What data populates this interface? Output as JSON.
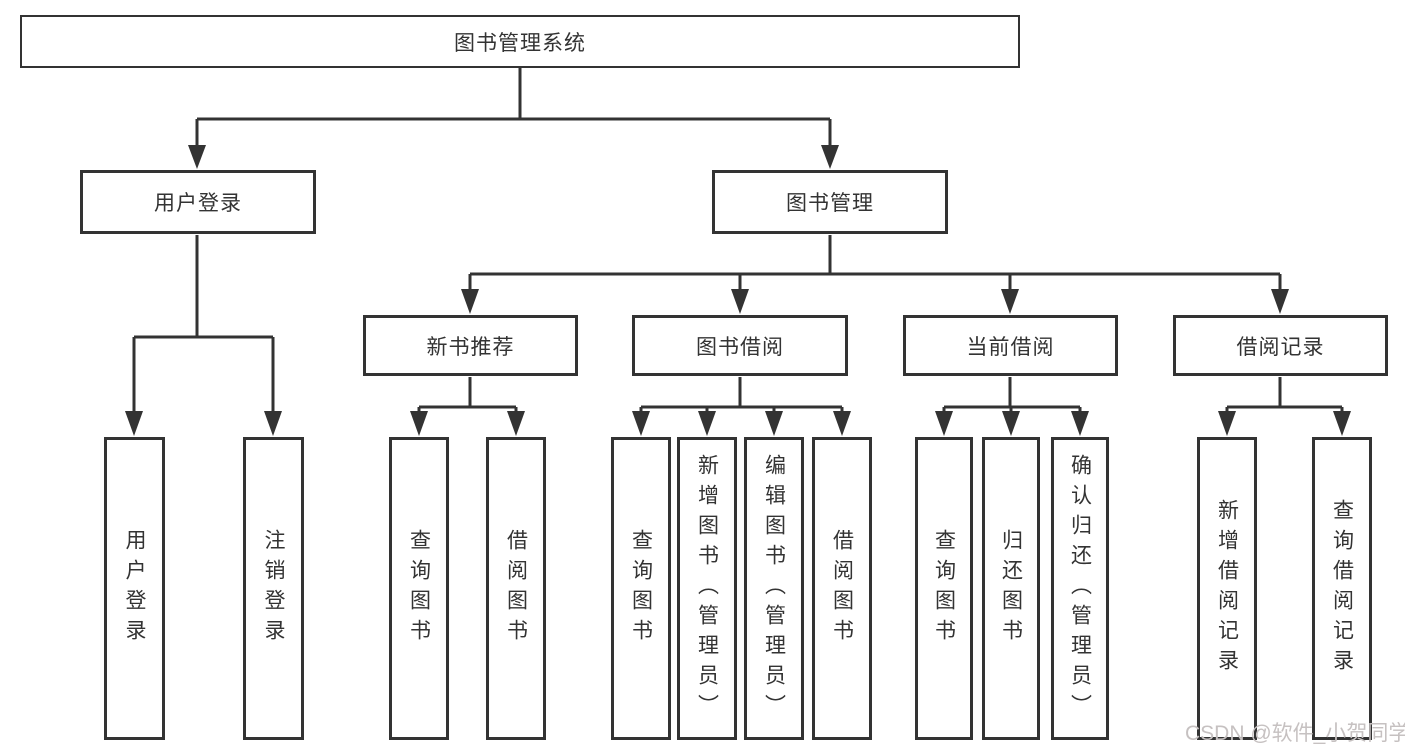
{
  "colors": {
    "line": "#333333",
    "text": "#333333",
    "watermark": "#c6c1c1",
    "background": "#ffffff"
  },
  "watermark": {
    "text": "CSDN @软件_小贺同学"
  },
  "tree": {
    "root": {
      "label": "图书管理系统"
    },
    "branches": [
      {
        "label": "用户登录",
        "children": [
          {
            "label": "用户登录"
          },
          {
            "label": "注销登录"
          }
        ]
      },
      {
        "label": "图书管理",
        "children": [
          {
            "label": "新书推荐",
            "children": [
              {
                "label": "查询图书"
              },
              {
                "label": "借阅图书"
              }
            ]
          },
          {
            "label": "图书借阅",
            "children": [
              {
                "label": "查询图书"
              },
              {
                "label": "新增图书（管理员）"
              },
              {
                "label": "编辑图书（管理员）"
              },
              {
                "label": "借阅图书"
              }
            ]
          },
          {
            "label": "当前借阅",
            "children": [
              {
                "label": "查询图书"
              },
              {
                "label": "归还图书"
              },
              {
                "label": "确认归还（管理员）"
              }
            ]
          },
          {
            "label": "借阅记录",
            "children": [
              {
                "label": "新增借阅记录"
              },
              {
                "label": "查询借阅记录"
              }
            ]
          }
        ]
      }
    ]
  }
}
